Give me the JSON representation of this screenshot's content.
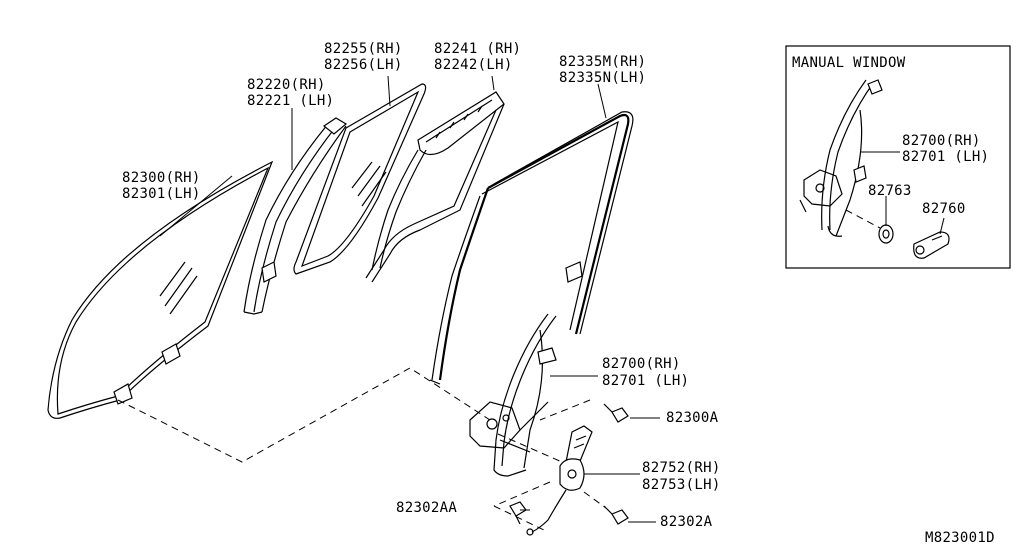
{
  "inset": {
    "title": "MANUAL WINDOW",
    "regulator_rh": "82700(RH)",
    "regulator_lh": "82701 (LH)",
    "part_82763": "82763",
    "part_82760": "82760"
  },
  "labels": {
    "glass_rh": "82300(RH)",
    "glass_lh": "82301(LH)",
    "sash_rh": "82220(RH)",
    "sash_lh": "82221 (LH)",
    "partition_glass_rh": "82255(RH)",
    "partition_glass_lh": "82256(LH)",
    "partition_seal_rh": "82241 (RH)",
    "partition_seal_lh": "82242(LH)",
    "run_rh": "82335M(RH)",
    "run_lh": "82335N(LH)",
    "regulator_rh": "82700(RH)",
    "regulator_lh": "82701 (LH)",
    "bolt_a": "82300A",
    "motor_rh": "82752(RH)",
    "motor_lh": "82753(LH)",
    "bolt_aa": "82302AA",
    "bolt_82302a": "82302A",
    "diagram_code": "M823001D"
  }
}
